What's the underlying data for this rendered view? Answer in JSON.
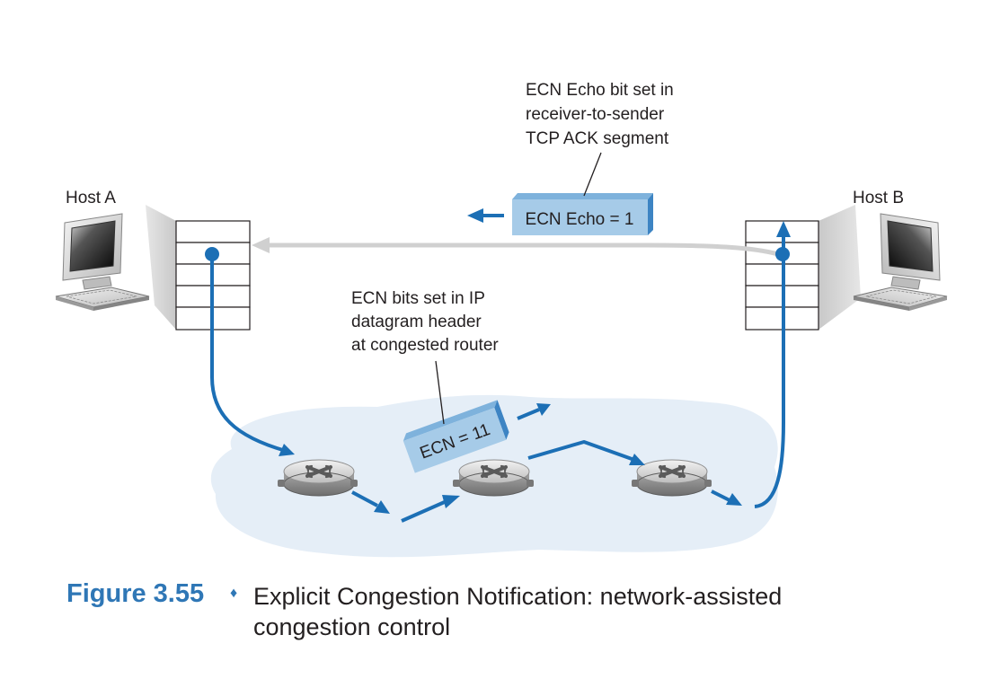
{
  "host_a": {
    "label": "Host A"
  },
  "host_b": {
    "label": "Host B"
  },
  "echo_annotation": {
    "lines": [
      "ECN Echo bit set in",
      "receiver-to-sender",
      "TCP ACK segment"
    ]
  },
  "echo_segment": {
    "label": "ECN Echo = 1"
  },
  "router_annotation": {
    "lines": [
      "ECN bits set in IP",
      "datagram header",
      "at congested router"
    ]
  },
  "ecn_packet": {
    "label": "ECN = 11"
  },
  "caption": {
    "figure_number": "Figure 3.55",
    "bullet": "♦",
    "text": "Explicit Congestion Notification: network-assisted congestion control"
  },
  "colors": {
    "path_blue": "#1c6fb5",
    "packet_blue": "#a6cbe8",
    "cloud": "#e5eef7",
    "ack_gray": "#cfcfcf"
  }
}
